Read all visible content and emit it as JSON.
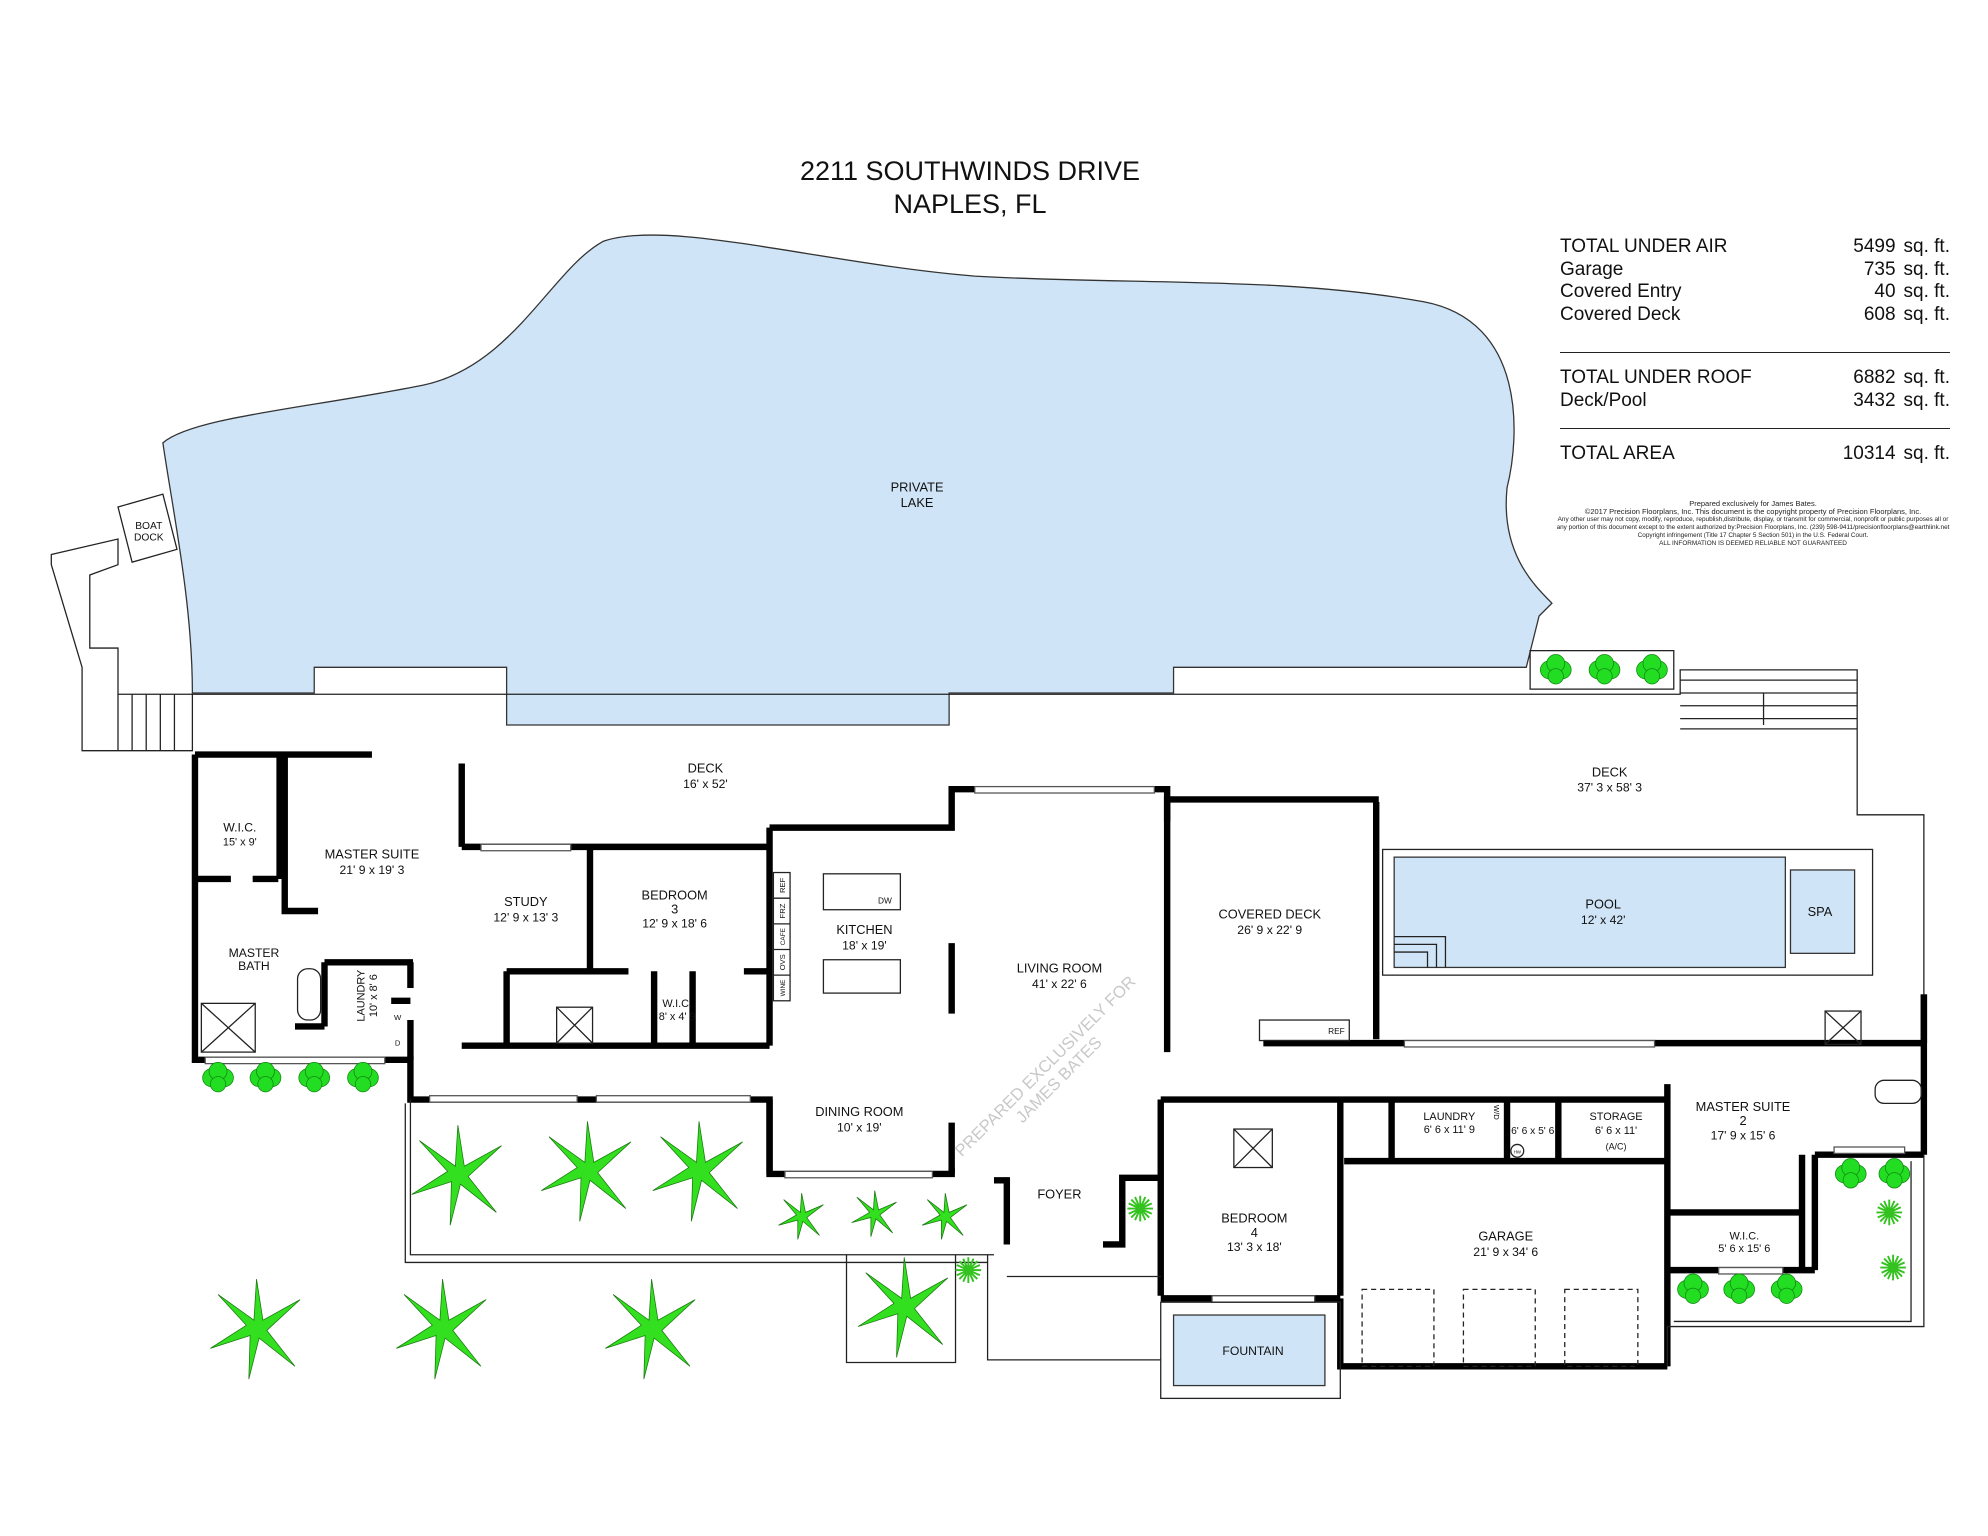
{
  "title": {
    "line1": "2211 SOUTHWINDS DRIVE",
    "line2": "NAPLES, FL"
  },
  "area_summary": {
    "rows1": [
      {
        "label": "TOTAL UNDER AIR",
        "value": "5499",
        "unit": "sq. ft."
      },
      {
        "label": "Garage",
        "value": "735",
        "unit": "sq. ft."
      },
      {
        "label": "Covered Entry",
        "value": "40",
        "unit": "sq. ft."
      },
      {
        "label": "Covered Deck",
        "value": "608",
        "unit": "sq. ft."
      }
    ],
    "rows2": [
      {
        "label": "TOTAL UNDER ROOF",
        "value": "6882",
        "unit": "sq. ft."
      },
      {
        "label": "Deck/Pool",
        "value": "3432",
        "unit": "sq. ft."
      }
    ],
    "total": {
      "label": "TOTAL AREA",
      "value": "10314",
      "unit": "sq. ft."
    }
  },
  "copyright": {
    "line1": "Prepared exclusively for James Bates.",
    "line2": "©2017 Precision Floorplans, Inc.  This document is the copyright property of Precision Floorplans, Inc.",
    "line3": "Any other user may not copy, modify, reproduce, republish,distribute, display, or transmit for commercial, nonprofit or public purposes all or",
    "line4": "any portion of this document except to the extent authorized by:Precision Floorplans, Inc. (239) 598-9411/precisionfloorplans@earthlink.net",
    "line5": "Copyright infringement (Title 17 Chapter 5 Section 501) in the U.S. Federal Court.",
    "line6": "ALL INFORMATION IS DEEMED RELIABLE NOT GUARANTEED"
  },
  "watermark": {
    "line1": "PREPARED EXCLUSIVELY FOR",
    "line2": "JAMES BATES"
  },
  "rooms": {
    "lake": {
      "l1": "PRIVATE",
      "l2": "LAKE"
    },
    "boat_dock": {
      "l1": "BOAT",
      "l2": "DOCK"
    },
    "deck1": {
      "name": "DECK",
      "dims": "16' x 52'"
    },
    "deck2": {
      "name": "DECK",
      "dims": "37' 3 x 58' 3"
    },
    "wic1": {
      "name": "W.I.C.",
      "dims": "15' x 9'"
    },
    "master_suite": {
      "name": "MASTER SUITE",
      "dims": "21' 9 x 19' 3"
    },
    "master_bath": {
      "l1": "MASTER",
      "l2": "BATH"
    },
    "laundry1": {
      "name": "LAUNDRY",
      "dims": "10' x 8' 6"
    },
    "study": {
      "name": "STUDY",
      "dims": "12' 9 x 13' 3"
    },
    "bedroom3": {
      "name": "BEDROOM",
      "num": "3",
      "dims": "12' 9 x 18' 6"
    },
    "wic2": {
      "name": "W.I.C.",
      "dims": "8' x 4' 9"
    },
    "kitchen": {
      "name": "KITCHEN",
      "dims": "18' x 19'"
    },
    "appliances": {
      "ref": "REF",
      "frz": "FRZ",
      "cafe": "CAFE",
      "ovs": "OVS",
      "wine": "WINE",
      "dw": "DW",
      "ref2": "REF",
      "wd": "W/D",
      "w": "W",
      "d": "D",
      "hw": "HW"
    },
    "living": {
      "name": "LIVING ROOM",
      "dims": "41' x 22' 6"
    },
    "covered_deck": {
      "name": "COVERED DECK",
      "dims": "26' 9 x 22' 9"
    },
    "pool": {
      "name": "POOL",
      "dims": "12' x 42'"
    },
    "spa": {
      "name": "SPA"
    },
    "dining": {
      "name": "DINING ROOM",
      "dims": "10' x 19'"
    },
    "foyer": {
      "name": "FOYER"
    },
    "bedroom4": {
      "name": "BEDROOM",
      "num": "4",
      "dims": "13' 3 x 18'"
    },
    "laundry2": {
      "name": "LAUNDRY",
      "dims": "6' 6 x 11' 9"
    },
    "closet": {
      "dims": "6' 6 x 5' 6"
    },
    "storage": {
      "name": "STORAGE",
      "dims": "6' 6 x 11'",
      "note": "(A/C)"
    },
    "master_suite2": {
      "name": "MASTER SUITE",
      "num": "2",
      "dims": "17' 9 x 15' 6"
    },
    "wic3": {
      "name": "W.I.C.",
      "dims": "5' 6 x 15' 6"
    },
    "garage": {
      "name": "GARAGE",
      "dims": "21' 9 x 34' 6"
    },
    "fountain": {
      "name": "FOUNTAIN"
    }
  },
  "colors": {
    "water": "#cfe5f7",
    "plant": "#33e01f",
    "wall": "#000000"
  }
}
